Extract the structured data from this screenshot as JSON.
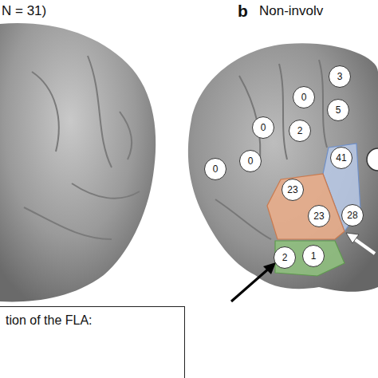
{
  "diagram": {
    "nodes": [
      {
        "text": [
          "3"
        ]
      },
      {
        "text": [
          "0"
        ]
      },
      {
        "text": [
          "5"
        ]
      },
      {
        "text": [
          "0"
        ]
      },
      {
        "text": [
          "2"
        ]
      },
      {
        "text": [
          "0"
        ]
      },
      {
        "text": [
          "41"
        ]
      },
      {
        "text": [
          "0"
        ]
      },
      {
        "text": [
          "23"
        ]
      },
      {
        "text": [
          "23"
        ]
      },
      {
        "text": [
          "28"
        ]
      },
      {
        "text": [
          "2"
        ]
      },
      {
        "text": [
          "1"
        ]
      },
      {
        "text": [
          "tion of the FLA:"
        ]
      }
    ],
    "labels": [
      "N = 31)",
      "b",
      "Non-involv"
    ]
  }
}
